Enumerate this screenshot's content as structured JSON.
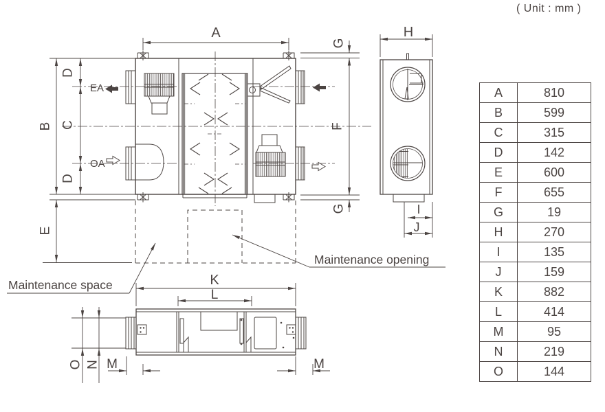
{
  "unit_note": "( Unit : mm )",
  "colors": {
    "line": "#4b4442",
    "background": "#ffffff",
    "core_wall": "#8d8a88"
  },
  "flows": {
    "ea": "EA",
    "oa": "OA"
  },
  "annotations": {
    "maintenance_space": "Maintenance space",
    "maintenance_opening": "Maintenance opening"
  },
  "labels": {
    "a": "A",
    "b": "B",
    "c": "C",
    "d_top": "D",
    "d_bottom": "D",
    "e": "E",
    "f": "F",
    "g_top": "G",
    "g_bottom": "G",
    "h": "H",
    "i": "I",
    "j": "J",
    "k": "K",
    "l": "L",
    "m_left": "M",
    "m_right": "M",
    "n": "N",
    "o": "O"
  },
  "table": {
    "rows": [
      {
        "label": "A",
        "value": "810"
      },
      {
        "label": "B",
        "value": "599"
      },
      {
        "label": "C",
        "value": "315"
      },
      {
        "label": "D",
        "value": "142"
      },
      {
        "label": "E",
        "value": "600"
      },
      {
        "label": "F",
        "value": "655"
      },
      {
        "label": "G",
        "value": "19"
      },
      {
        "label": "H",
        "value": "270"
      },
      {
        "label": "I",
        "value": "135"
      },
      {
        "label": "J",
        "value": "159"
      },
      {
        "label": "K",
        "value": "882"
      },
      {
        "label": "L",
        "value": "414"
      },
      {
        "label": "M",
        "value": "95"
      },
      {
        "label": "N",
        "value": "219"
      },
      {
        "label": "O",
        "value": "144"
      }
    ]
  }
}
